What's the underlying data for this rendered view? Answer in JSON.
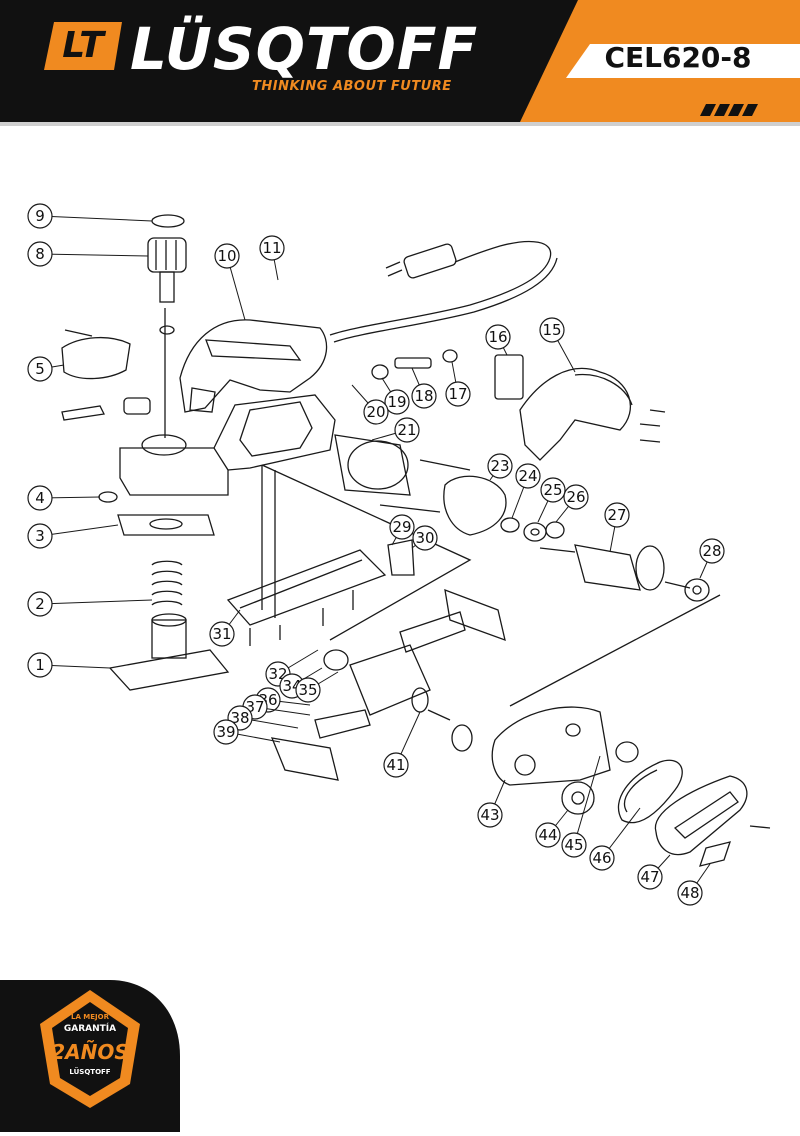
{
  "header": {
    "logo_mark": "LT",
    "brand": "LÜSQTOFF",
    "tagline": "THINKING ABOUT FUTURE",
    "model": "CEL620-8",
    "colors": {
      "dark": "#111111",
      "accent": "#f08a20",
      "white": "#ffffff"
    }
  },
  "diagram": {
    "parts": [
      {
        "n": "1"
      },
      {
        "n": "2"
      },
      {
        "n": "3"
      },
      {
        "n": "4"
      },
      {
        "n": "5"
      },
      {
        "n": "8"
      },
      {
        "n": "9"
      },
      {
        "n": "10"
      },
      {
        "n": "11"
      },
      {
        "n": "15"
      },
      {
        "n": "16"
      },
      {
        "n": "17"
      },
      {
        "n": "18"
      },
      {
        "n": "19"
      },
      {
        "n": "20"
      },
      {
        "n": "21"
      },
      {
        "n": "23"
      },
      {
        "n": "24"
      },
      {
        "n": "25"
      },
      {
        "n": "26"
      },
      {
        "n": "27"
      },
      {
        "n": "28"
      },
      {
        "n": "29"
      },
      {
        "n": "30"
      },
      {
        "n": "31"
      },
      {
        "n": "32"
      },
      {
        "n": "34"
      },
      {
        "n": "35"
      },
      {
        "n": "36"
      },
      {
        "n": "37"
      },
      {
        "n": "38"
      },
      {
        "n": "39"
      },
      {
        "n": "41"
      },
      {
        "n": "43"
      },
      {
        "n": "44"
      },
      {
        "n": "45"
      },
      {
        "n": "46"
      },
      {
        "n": "47"
      },
      {
        "n": "48"
      }
    ]
  },
  "badge": {
    "line1": "LA MEJOR",
    "line2": "GARANTÍA",
    "line3": "2AÑOS",
    "line4": "LÜSQTOFF"
  }
}
